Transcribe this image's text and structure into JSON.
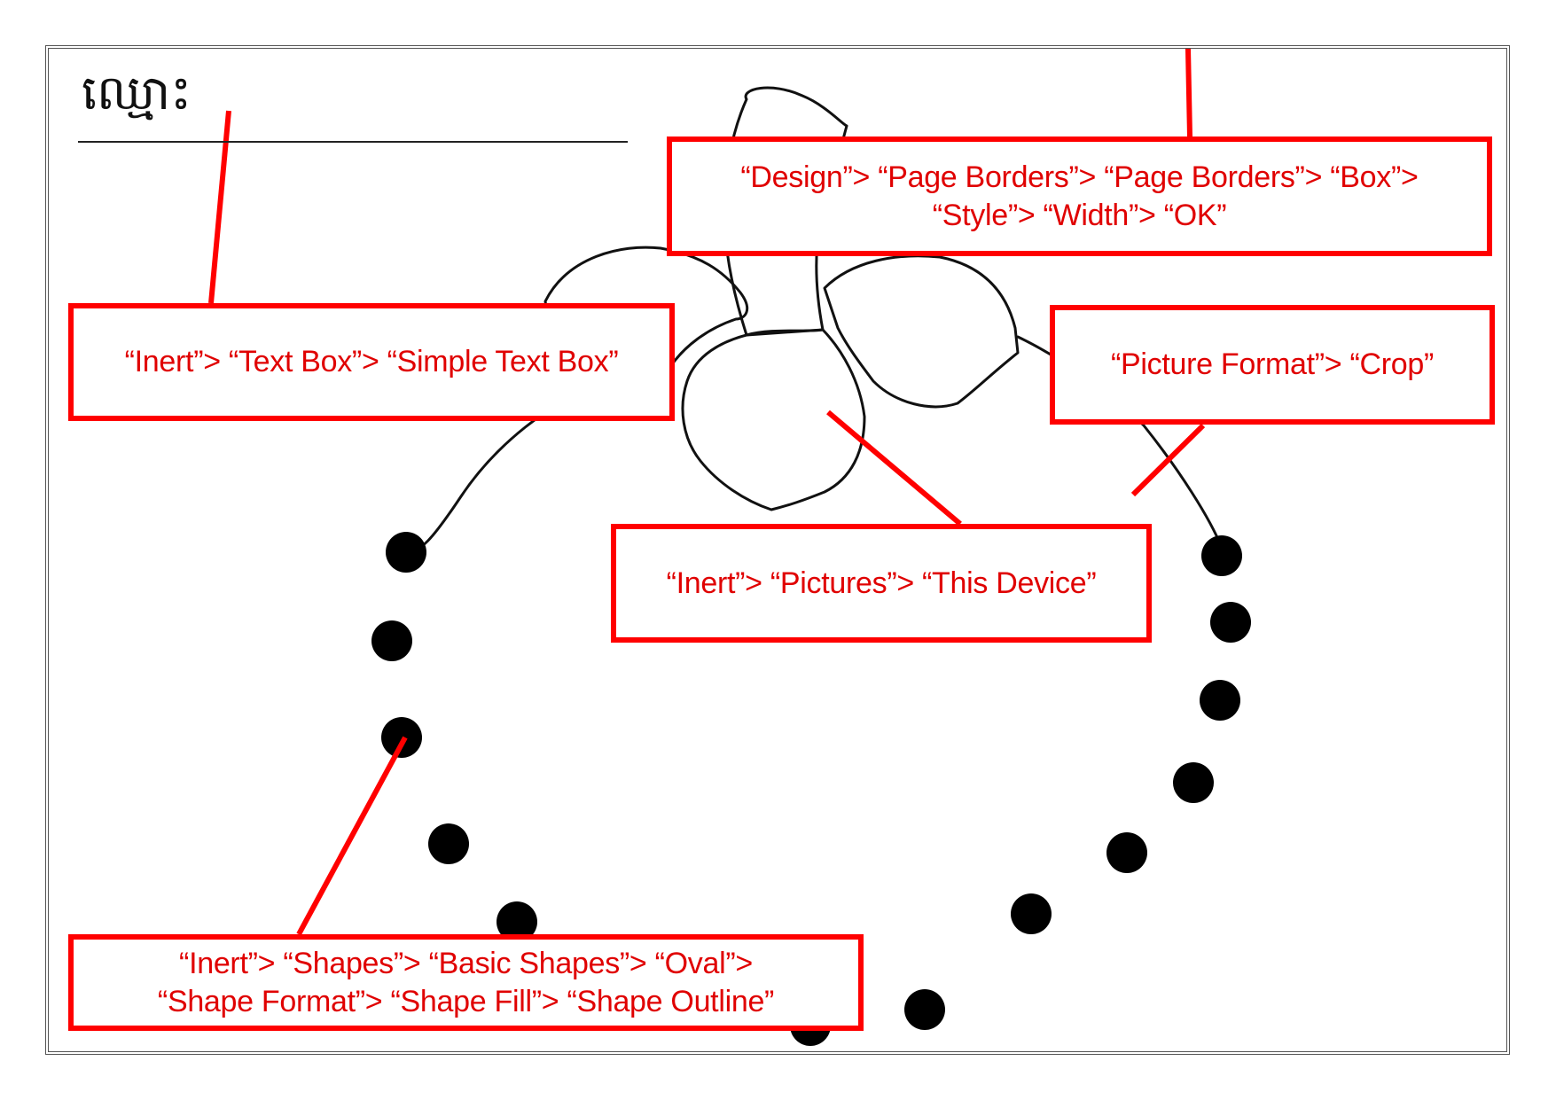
{
  "worksheet": {
    "name_label": "ឈ្មោះ",
    "accent_color": "#ff0000",
    "text_color": "#e00000"
  },
  "callouts": {
    "page_borders": {
      "line1": "“Design”> “Page Borders”> “Page Borders”> “Box”>",
      "line2": "“Style”> “Width”> “OK”"
    },
    "text_box": {
      "line1": "“Inert”> “Text Box”> “Simple Text Box”"
    },
    "crop": {
      "line1": "“Picture Format”> “Crop”"
    },
    "pictures": {
      "line1": "“Inert”> “Pictures”> “This Device”"
    },
    "shapes": {
      "line1": "“Inert”> “Shapes”> “Basic Shapes”> “Oval”>",
      "line2": "“Shape Format”> “Shape Fill”> “Shape Outline”"
    }
  },
  "picture": {
    "subject": "flower-outline",
    "dot_count": 14
  }
}
